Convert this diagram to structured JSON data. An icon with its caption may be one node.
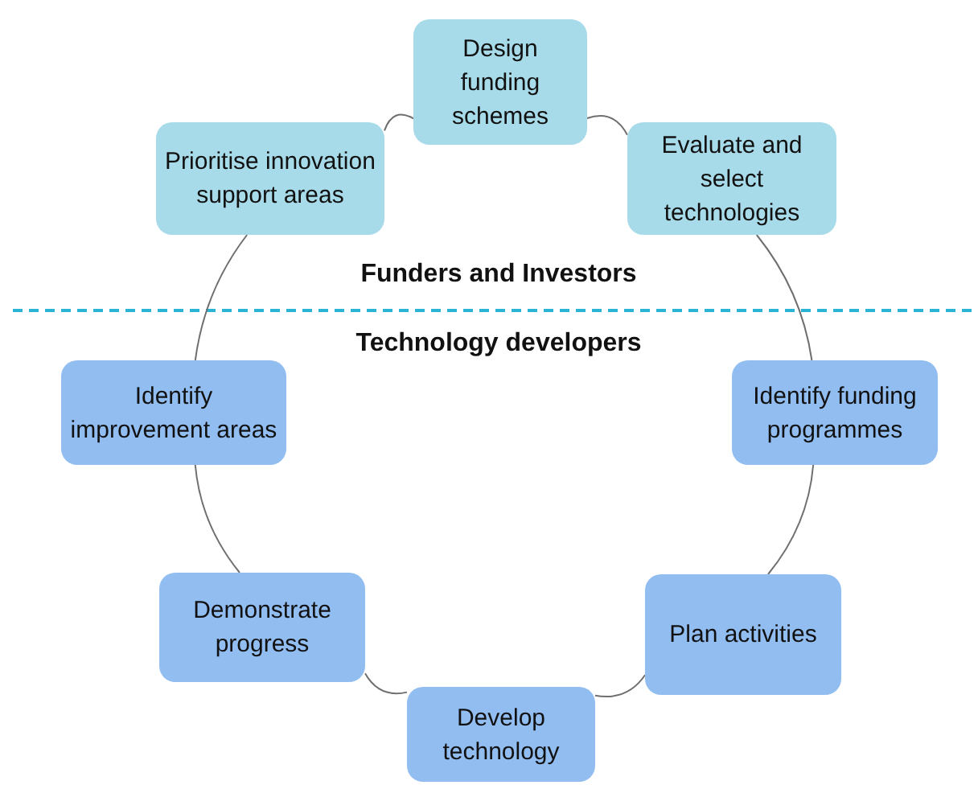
{
  "diagram": {
    "nodes": [
      {
        "text": [
          "Design funding schemes"
        ]
      },
      {
        "text": [
          "Prioritise innovation support areas"
        ]
      },
      {
        "text": [
          "Evaluate and select technologies"
        ]
      },
      {
        "text": [
          "Identify improvement areas"
        ]
      },
      {
        "text": [
          "Identify funding programmes"
        ]
      },
      {
        "text": [
          "Demonstrate progress"
        ]
      },
      {
        "text": [
          "Plan activities"
        ]
      },
      {
        "text": [
          "Develop technology"
        ]
      }
    ],
    "edges": [
      {
        "from": 0,
        "to": 2,
        "arrow": "none"
      },
      {
        "from": 2,
        "to": 4,
        "arrow": "none"
      },
      {
        "from": 4,
        "to": 6,
        "arrow": "none"
      },
      {
        "from": 6,
        "to": 7,
        "arrow": "none"
      },
      {
        "from": 7,
        "to": 5,
        "arrow": "none"
      },
      {
        "from": 5,
        "to": 3,
        "arrow": "none"
      },
      {
        "from": 3,
        "to": 1,
        "arrow": "none"
      },
      {
        "from": 1,
        "to": 0,
        "arrow": "none"
      }
    ],
    "labels": [
      "Funders and Investors",
      "Technology developers"
    ]
  }
}
